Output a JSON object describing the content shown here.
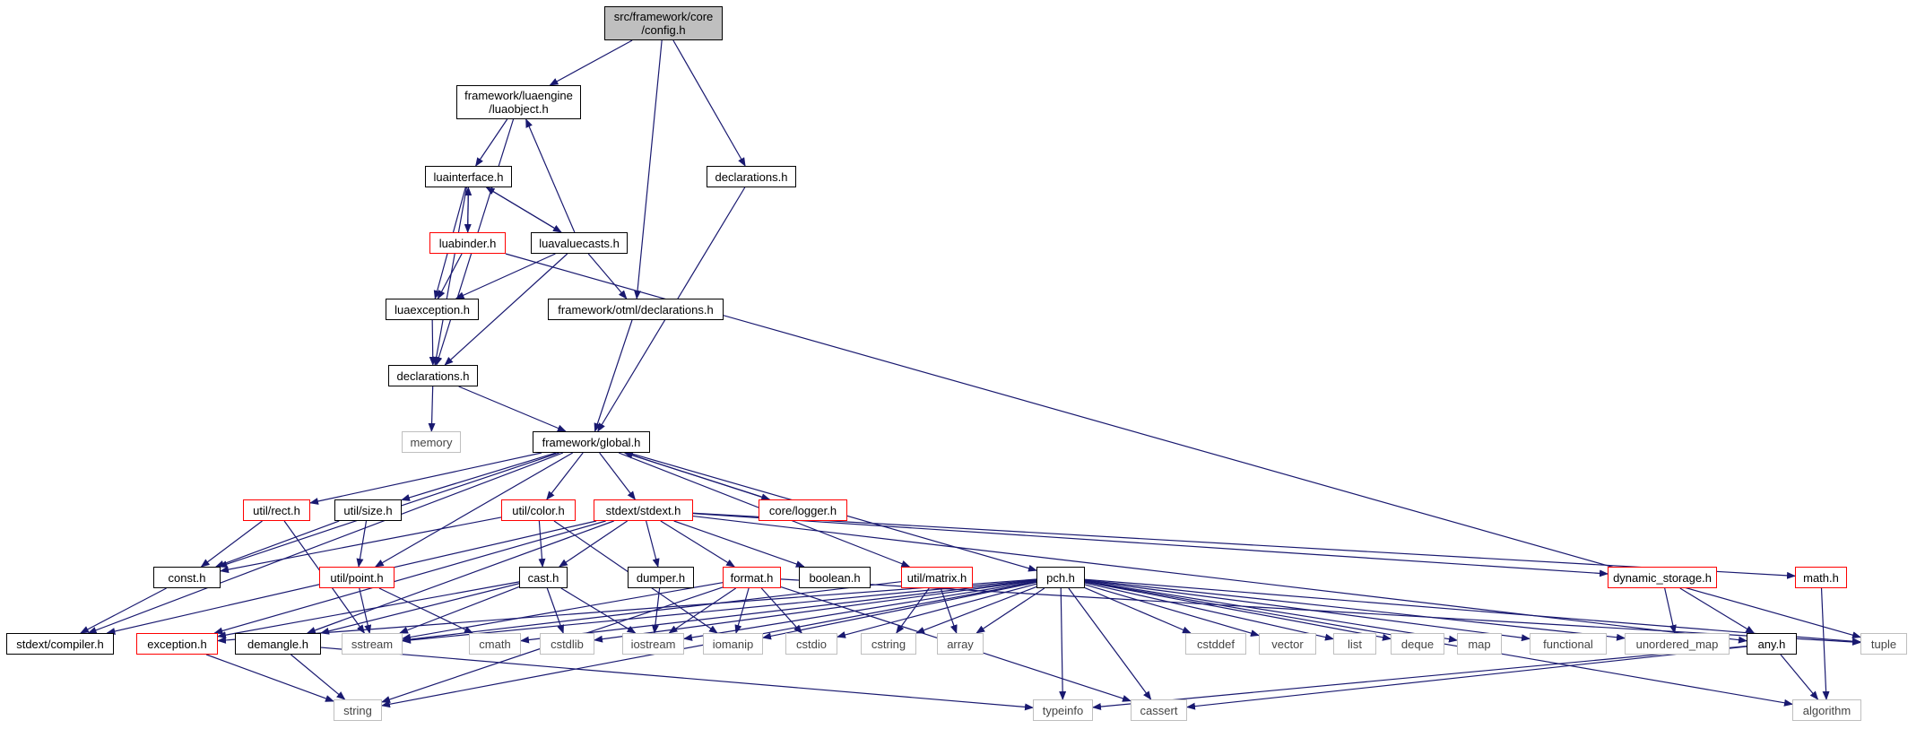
{
  "colors": {
    "edge": "#191970",
    "red_border": "#ff0000",
    "sys_border": "#bfbfbf",
    "root_fill": "#bfbfbf"
  },
  "nodes": [
    {
      "id": "config",
      "label": "src/framework/core\n/config.h",
      "kind": "root"
    },
    {
      "id": "luaobject",
      "label": "framework/luaengine\n/luaobject.h",
      "kind": "normal"
    },
    {
      "id": "declarations_top",
      "label": "declarations.h",
      "kind": "normal"
    },
    {
      "id": "luainterface",
      "label": "luainterface.h",
      "kind": "normal"
    },
    {
      "id": "luabinder",
      "label": "luabinder.h",
      "kind": "red"
    },
    {
      "id": "luavaluecasts",
      "label": "luavaluecasts.h",
      "kind": "normal"
    },
    {
      "id": "luaexception",
      "label": "luaexception.h",
      "kind": "normal"
    },
    {
      "id": "otml_decl",
      "label": "framework/otml/declarations.h",
      "kind": "normal"
    },
    {
      "id": "declarations_lua",
      "label": "declarations.h",
      "kind": "normal"
    },
    {
      "id": "memory",
      "label": "memory",
      "kind": "sys"
    },
    {
      "id": "global",
      "label": "framework/global.h",
      "kind": "normal"
    },
    {
      "id": "rect",
      "label": "util/rect.h",
      "kind": "red"
    },
    {
      "id": "size",
      "label": "util/size.h",
      "kind": "normal"
    },
    {
      "id": "color",
      "label": "util/color.h",
      "kind": "red"
    },
    {
      "id": "stdext",
      "label": "stdext/stdext.h",
      "kind": "red"
    },
    {
      "id": "logger",
      "label": "core/logger.h",
      "kind": "red"
    },
    {
      "id": "const",
      "label": "const.h",
      "kind": "normal"
    },
    {
      "id": "point",
      "label": "util/point.h",
      "kind": "red"
    },
    {
      "id": "cast",
      "label": "cast.h",
      "kind": "normal"
    },
    {
      "id": "dumper",
      "label": "dumper.h",
      "kind": "normal"
    },
    {
      "id": "format",
      "label": "format.h",
      "kind": "red"
    },
    {
      "id": "boolean",
      "label": "boolean.h",
      "kind": "normal"
    },
    {
      "id": "matrix",
      "label": "util/matrix.h",
      "kind": "red"
    },
    {
      "id": "pch",
      "label": "pch.h",
      "kind": "normal"
    },
    {
      "id": "dynstorage",
      "label": "dynamic_storage.h",
      "kind": "red"
    },
    {
      "id": "math",
      "label": "math.h",
      "kind": "red"
    },
    {
      "id": "compiler",
      "label": "stdext/compiler.h",
      "kind": "normal"
    },
    {
      "id": "exception",
      "label": "exception.h",
      "kind": "red"
    },
    {
      "id": "demangle",
      "label": "demangle.h",
      "kind": "normal"
    },
    {
      "id": "sstream",
      "label": "sstream",
      "kind": "sys"
    },
    {
      "id": "cmath",
      "label": "cmath",
      "kind": "sys"
    },
    {
      "id": "cstdlib",
      "label": "cstdlib",
      "kind": "sys"
    },
    {
      "id": "iostream",
      "label": "iostream",
      "kind": "sys"
    },
    {
      "id": "iomanip",
      "label": "iomanip",
      "kind": "sys"
    },
    {
      "id": "cstdio",
      "label": "cstdio",
      "kind": "sys"
    },
    {
      "id": "cstring",
      "label": "cstring",
      "kind": "sys"
    },
    {
      "id": "array",
      "label": "array",
      "kind": "sys"
    },
    {
      "id": "cstddef",
      "label": "cstddef",
      "kind": "sys"
    },
    {
      "id": "vector",
      "label": "vector",
      "kind": "sys"
    },
    {
      "id": "list",
      "label": "list",
      "kind": "sys"
    },
    {
      "id": "deque",
      "label": "deque",
      "kind": "sys"
    },
    {
      "id": "map",
      "label": "map",
      "kind": "sys"
    },
    {
      "id": "functional",
      "label": "functional",
      "kind": "sys"
    },
    {
      "id": "unordered_map",
      "label": "unordered_map",
      "kind": "sys"
    },
    {
      "id": "any",
      "label": "any.h",
      "kind": "normal"
    },
    {
      "id": "tuple",
      "label": "tuple",
      "kind": "sys"
    },
    {
      "id": "string",
      "label": "string",
      "kind": "sys"
    },
    {
      "id": "typeinfo",
      "label": "typeinfo",
      "kind": "sys"
    },
    {
      "id": "cassert",
      "label": "cassert",
      "kind": "sys"
    },
    {
      "id": "algorithm",
      "label": "algorithm",
      "kind": "sys"
    }
  ],
  "edges": [
    [
      "config",
      "luaobject"
    ],
    [
      "config",
      "otml_decl"
    ],
    [
      "config",
      "declarations_top"
    ],
    [
      "luaobject",
      "luainterface"
    ],
    [
      "luaobject",
      "declarations_lua"
    ],
    [
      "luainterface",
      "luabinder"
    ],
    [
      "luainterface",
      "luavaluecasts"
    ],
    [
      "luainterface",
      "luaexception"
    ],
    [
      "luainterface",
      "declarations_lua"
    ],
    [
      "luabinder",
      "luainterface"
    ],
    [
      "luabinder",
      "luaexception"
    ],
    [
      "luabinder",
      "tuple"
    ],
    [
      "luavaluecasts",
      "luainterface"
    ],
    [
      "luavaluecasts",
      "luaobject"
    ],
    [
      "luavaluecasts",
      "luaexception"
    ],
    [
      "luavaluecasts",
      "otml_decl"
    ],
    [
      "luavaluecasts",
      "declarations_lua"
    ],
    [
      "luaexception",
      "declarations_lua"
    ],
    [
      "declarations_lua",
      "memory"
    ],
    [
      "declarations_lua",
      "global"
    ],
    [
      "otml_decl",
      "global"
    ],
    [
      "declarations_top",
      "global"
    ],
    [
      "global",
      "compiler"
    ],
    [
      "global",
      "const"
    ],
    [
      "global",
      "rect"
    ],
    [
      "global",
      "size"
    ],
    [
      "global",
      "point"
    ],
    [
      "global",
      "color"
    ],
    [
      "global",
      "stdext"
    ],
    [
      "global",
      "logger"
    ],
    [
      "global",
      "matrix"
    ],
    [
      "global",
      "pch"
    ],
    [
      "logger",
      "global"
    ],
    [
      "rect",
      "const"
    ],
    [
      "rect",
      "sstream"
    ],
    [
      "size",
      "const"
    ],
    [
      "size",
      "point"
    ],
    [
      "point",
      "sstream"
    ],
    [
      "point",
      "cmath"
    ],
    [
      "color",
      "const"
    ],
    [
      "color",
      "cast"
    ],
    [
      "color",
      "iomanip"
    ],
    [
      "const",
      "compiler"
    ],
    [
      "stdext",
      "compiler"
    ],
    [
      "stdext",
      "exception"
    ],
    [
      "stdext",
      "cast"
    ],
    [
      "stdext",
      "demangle"
    ],
    [
      "stdext",
      "dumper"
    ],
    [
      "stdext",
      "format"
    ],
    [
      "stdext",
      "boolean"
    ],
    [
      "stdext",
      "dynstorage"
    ],
    [
      "stdext",
      "math"
    ],
    [
      "stdext",
      "any"
    ],
    [
      "cast",
      "exception"
    ],
    [
      "cast",
      "demangle"
    ],
    [
      "cast",
      "sstream"
    ],
    [
      "cast",
      "cstdlib"
    ],
    [
      "cast",
      "iostream"
    ],
    [
      "dumper",
      "iostream"
    ],
    [
      "format",
      "sstream"
    ],
    [
      "format",
      "string"
    ],
    [
      "format",
      "iostream"
    ],
    [
      "format",
      "iomanip"
    ],
    [
      "format",
      "cstdio"
    ],
    [
      "format",
      "cassert"
    ],
    [
      "format",
      "tuple"
    ],
    [
      "matrix",
      "array"
    ],
    [
      "matrix",
      "cstring"
    ],
    [
      "matrix",
      "sstream"
    ],
    [
      "pch",
      "exception"
    ],
    [
      "pch",
      "sstream"
    ],
    [
      "pch",
      "cmath"
    ],
    [
      "pch",
      "cstdlib"
    ],
    [
      "pch",
      "iostream"
    ],
    [
      "pch",
      "iomanip"
    ],
    [
      "pch",
      "cstdio"
    ],
    [
      "pch",
      "cstring"
    ],
    [
      "pch",
      "array"
    ],
    [
      "pch",
      "cstddef"
    ],
    [
      "pch",
      "vector"
    ],
    [
      "pch",
      "list"
    ],
    [
      "pch",
      "deque"
    ],
    [
      "pch",
      "map"
    ],
    [
      "pch",
      "functional"
    ],
    [
      "pch",
      "unordered_map"
    ],
    [
      "pch",
      "tuple"
    ],
    [
      "pch",
      "algorithm"
    ],
    [
      "pch",
      "string"
    ],
    [
      "pch",
      "typeinfo"
    ],
    [
      "pch",
      "cassert"
    ],
    [
      "dynstorage",
      "unordered_map"
    ],
    [
      "dynstorage",
      "any"
    ],
    [
      "any",
      "algorithm"
    ],
    [
      "any",
      "typeinfo"
    ],
    [
      "any",
      "cassert"
    ],
    [
      "math",
      "algorithm"
    ],
    [
      "exception",
      "string"
    ],
    [
      "demangle",
      "string"
    ],
    [
      "demangle",
      "typeinfo"
    ]
  ]
}
